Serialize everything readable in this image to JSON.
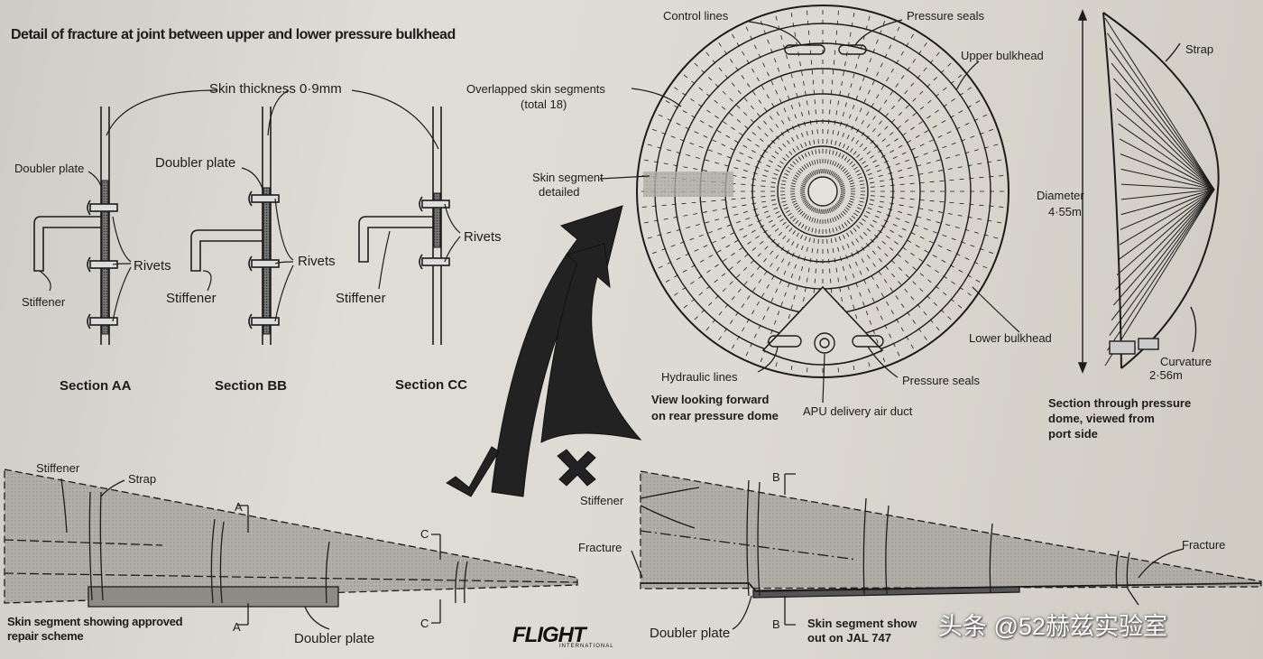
{
  "title": "Detail of fracture at joint between upper and lower pressure bulkhead",
  "labels": {
    "skin_thickness": "Skin thickness 0·9mm",
    "doubler_plate_a": "Doubler plate",
    "doubler_plate_b": "Doubler plate",
    "stiffener_a": "Stiffener",
    "stiffener_b": "Stiffener",
    "stiffener_c": "Stiffener",
    "rivets_a": "Rivets",
    "rivets_b": "Rivets",
    "rivets_c": "Rivets",
    "section_aa": "Section AA",
    "section_bb": "Section BB",
    "section_cc": "Section CC",
    "control_lines": "Control lines",
    "pressure_seals_top": "Pressure seals",
    "upper_bulkhead": "Upper bulkhead",
    "overlapped_skin": "Overlapped skin segments",
    "overlapped_total": "(total 18)",
    "skin_segment_detailed_1": "Skin segment",
    "skin_segment_detailed_2": "detailed",
    "lower_bulkhead": "Lower bulkhead",
    "hydraulic_lines": "Hydraulic lines",
    "pressure_seals_bottom": "Pressure seals",
    "apu_duct": "APU delivery air duct",
    "view_forward_1": "View looking forward",
    "view_forward_2": "on rear pressure dome",
    "strap_side": "Strap",
    "diameter_1": "Diameter",
    "diameter_2": "4·55m",
    "curvature_1": "Curvature",
    "curvature_2": "2·56m",
    "section_dome_1": "Section through pressure",
    "section_dome_2": "dome, viewed from",
    "section_dome_3": "port side",
    "left_stiffener": "Stiffener",
    "left_strap": "Strap",
    "a_top": "A",
    "a_bottom": "A",
    "c_top": "C",
    "c_bottom": "C",
    "left_caption_1": "Skin segment showing approved",
    "left_caption_2": "repair scheme",
    "left_doubler": "Doubler plate",
    "right_stiffener": "Stiffener",
    "right_fracture_left": "Fracture",
    "right_fracture_right": "Fracture",
    "b_top": "B",
    "b_bottom": "B",
    "right_doubler": "Doubler plate",
    "right_caption_1": "Skin segment show",
    "right_caption_2": "out on JAL 747",
    "logo": "FLIGHT",
    "logo_sub": "INTERNATIONAL",
    "watermark": "头条 @52赫兹实验室"
  },
  "colors": {
    "ink": "#1c1c1c",
    "shading": "#a9a6a0",
    "paper": "#dcd9d2"
  }
}
